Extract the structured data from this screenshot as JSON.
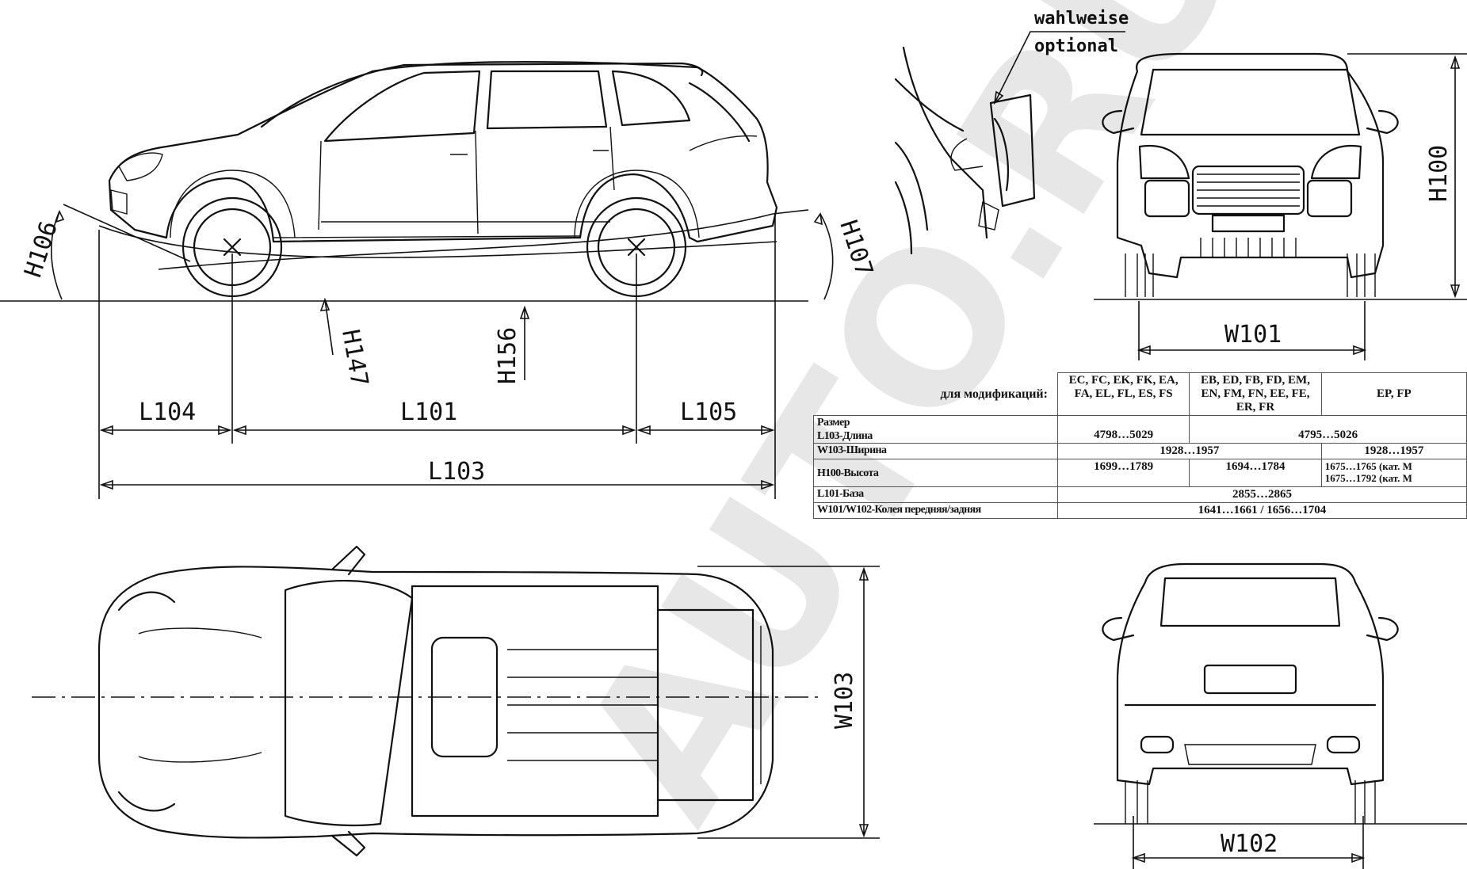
{
  "annotation": {
    "line1": "wahlweise",
    "line2": "optional"
  },
  "side_view": {
    "labels": {
      "h106": "H106",
      "h107": "H107",
      "h147": "H147",
      "h156": "H156",
      "l104": "L104",
      "l101": "L101",
      "l105": "L105",
      "l103": "L103"
    }
  },
  "front_view": {
    "labels": {
      "h100": "H100",
      "w101": "W101"
    }
  },
  "top_view": {
    "labels": {
      "w103": "W103"
    }
  },
  "rear_view": {
    "labels": {
      "w102": "W102"
    }
  },
  "spec_table": {
    "header_label": "для модификаций:",
    "columns": [
      "EC, FC, EK, FK, EA, FA, EL, FL, ES, FS",
      "EB, ED, FB, FD, EM, EN, FM, FN, EE, FE, ER, FR",
      "EP, FP"
    ],
    "size_label": "Размер",
    "rows": [
      {
        "label": "L103-Длина",
        "c1": "4798…5029",
        "c23": "4795…5026"
      },
      {
        "label": "W103-Ширина",
        "c12": "1928…1957",
        "c3": "1928…1957"
      },
      {
        "label": "H100-Высота",
        "c1": "1699…1789",
        "c2": "1694…1784",
        "c3_line1": "1675…1765 (кат. M",
        "c3_line2": "1675…1792 (кат. M"
      },
      {
        "label": "L101-База",
        "c123": "2855…2865"
      },
      {
        "label": "W101/W102-Колея передняя/задняя",
        "c123": "1641…1661 / 1656…1704"
      }
    ]
  }
}
